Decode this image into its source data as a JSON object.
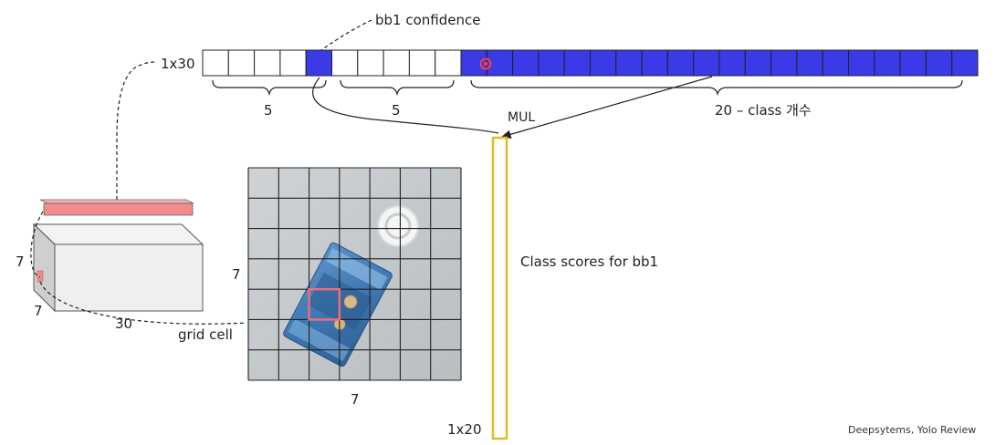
{
  "vector": {
    "label": "1x30",
    "cells": 30,
    "blue_cells": [
      4,
      10,
      11,
      12,
      13,
      14,
      15,
      16,
      17,
      18,
      19,
      20,
      21,
      22,
      23,
      24,
      25,
      26,
      27,
      28,
      29
    ],
    "colors": {
      "blue": "#3a3ae6",
      "white": "#ffffff"
    }
  },
  "annotations": {
    "bb1_confidence": "bb1 confidence",
    "brace1": "5",
    "brace2": "5",
    "brace3": "20 – class 개수",
    "mul": "MUL",
    "class_scores": "Class scores for bb1",
    "score_vector": "1x20",
    "grid_cell": "grid cell",
    "credit": "Deepsytems, Yolo Review"
  },
  "tensor": {
    "height": "7",
    "width": "7",
    "depth": "30",
    "color_highlight": "#f08c8c"
  },
  "image_grid": {
    "rows_label": "7",
    "cols_label": "7",
    "rows": 7,
    "cols": 7,
    "highlight_color": "#f06a80"
  },
  "score_bar_color": "#e8c030"
}
